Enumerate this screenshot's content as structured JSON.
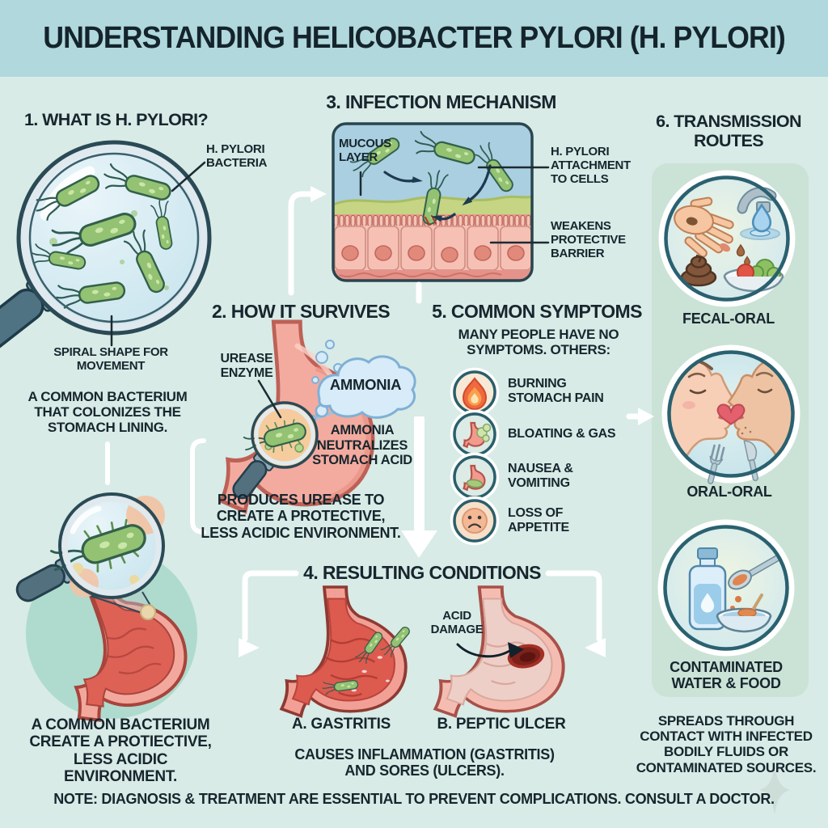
{
  "title": "UNDERSTANDING HELICOBACTER PYLORI (H. PYLORI)",
  "sections": {
    "what": {
      "heading": "1. WHAT IS H. PYLORI?",
      "bacteria_label": "H. PYLORI BACTERIA",
      "spiral_label": "SPIRAL SHAPE FOR MOVEMENT",
      "description": "A COMMON BACTERIUM THAT COLONIZES THE STOMACH LINING.",
      "description2": "A COMMON BACTERIUM CREATE A PROTIECTIVE, LESS ACIDIC ENVIRONMENT."
    },
    "survives": {
      "heading": "2. HOW IT SURVIVES",
      "urease_label": "UREASE ENZYME",
      "cloud_label": "AMMONIA",
      "neutralizes_label": "AMMONIA NEUTRALIZES STOMACH ACID",
      "description": "PRODUCES UREASE TO CREATE A PROTECTIVE, LESS ACIDIC ENVIRONMENT."
    },
    "mechanism": {
      "heading": "3. INFECTION MECHANISM",
      "mucous_label": "MUCOUS LAYER",
      "attachment_label": "H. PYLORI ATTACHMENT TO CELLS",
      "barrier_label": "WEAKENS PROTECTIVE BARRIER"
    },
    "conditions": {
      "heading": "4. RESULTING CONDITIONS",
      "acid_label": "ACID DAMAGE",
      "gastritis_label": "A. GASTRITIS",
      "ulcer_label": "B. PEPTIC ULCER",
      "description": "CAUSES INFLAMMATION (GASTRITIS) AND SORES (ULCERS)."
    },
    "symptoms": {
      "heading": "5. COMMON SYMPTOMS",
      "subtitle": "MANY PEOPLE HAVE NO SYMPTOMS. OTHERS:",
      "items": [
        {
          "icon": "flame-icon",
          "label": "BURNING STOMACH PAIN"
        },
        {
          "icon": "stomach-gas-icon",
          "label": "BLOATING & GAS"
        },
        {
          "icon": "stomach-nausea-icon",
          "label": "NAUSEA & VOMITING"
        },
        {
          "icon": "sad-face-icon",
          "label": "LOSS OF APPETITE"
        }
      ]
    },
    "transmission": {
      "heading": "6. TRANSMISSION ROUTES",
      "routes": [
        {
          "icon": "fecal-oral-icon",
          "label": "FECAL-ORAL"
        },
        {
          "icon": "oral-oral-icon",
          "label": "ORAL-ORAL"
        },
        {
          "icon": "contaminated-icon",
          "label": "CONTAMINATED WATER & FOOD"
        }
      ],
      "description": "SPREADS THROUGH CONTACT WITH INFECTED BODILY FLUIDS OR CONTAMINATED SOURCES."
    }
  },
  "footer": {
    "note_label": "NOTE:",
    "note_text": " DIAGNOSIS & TREATMENT ARE ESSENTIAL TO PREVENT COMPLICATIONS. CONSULT A DOCTOR."
  },
  "colors": {
    "background": "#d8ebe6",
    "title_band": "#b0d8dd",
    "panel": "#cbe3d7",
    "text": "#17262e",
    "bacteria_green": "#93c272",
    "stomach_pink": "#f4ab9f",
    "inflamed_red": "#e05a50",
    "rim_teal": "#2a5f6b",
    "connector_white": "#ffffff"
  }
}
